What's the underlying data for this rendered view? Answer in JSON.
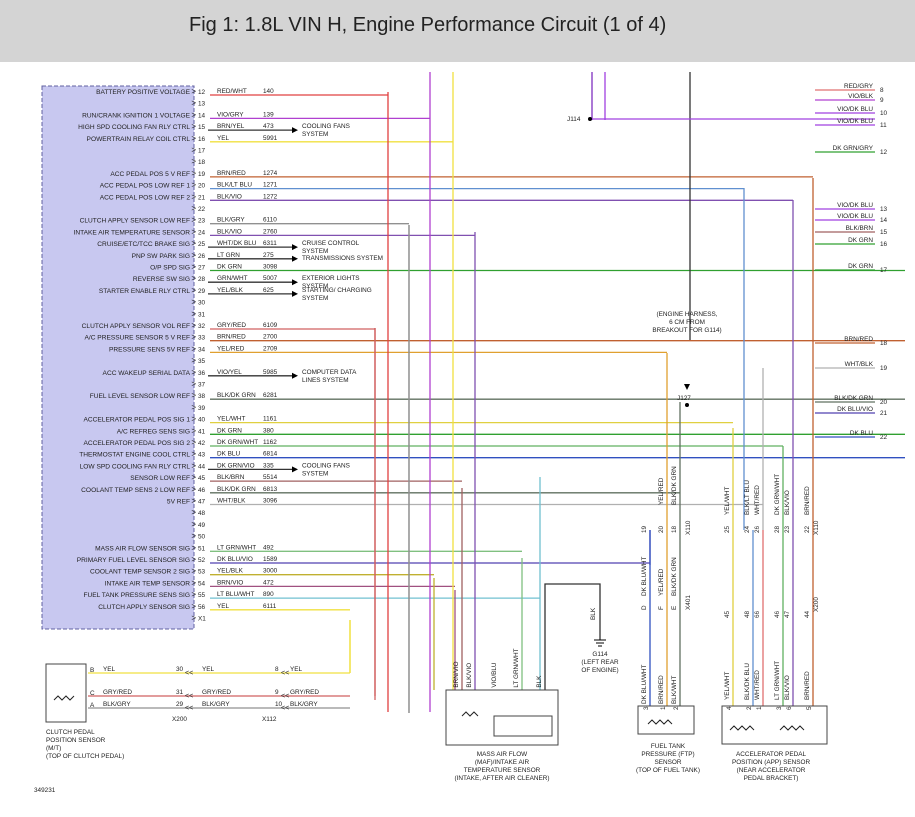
{
  "header": {
    "title": "Fig 1: 1.8L VIN H, Engine Performance Circuit (1 of 4)"
  },
  "pcm_rows": [
    {
      "label": "BATTERY POSITIVE VOLTAGE",
      "pin": "12",
      "wire": "RED/WHT",
      "circuit": "140",
      "color": "#e04040"
    },
    {
      "label": "",
      "pin": "13",
      "wire": "",
      "circuit": ""
    },
    {
      "label": "RUN/CRANK IGNITION 1 VOLTAGE",
      "pin": "14",
      "wire": "VIO/GRY",
      "circuit": "139",
      "color": "#a040c0"
    },
    {
      "label": "HIGH SPD COOLING FAN RLY CTRL",
      "pin": "15",
      "wire": "BRN/YEL",
      "circuit": "473",
      "dest": "COOLING FANS SYSTEM"
    },
    {
      "label": "POWERTRAIN RELAY COIL CTRL",
      "pin": "16",
      "wire": "YEL",
      "circuit": "5991",
      "color": "#f0e040"
    },
    {
      "label": "",
      "pin": "17",
      "wire": "",
      "circuit": ""
    },
    {
      "label": "",
      "pin": "18",
      "wire": "",
      "circuit": ""
    },
    {
      "label": "ACC PEDAL POS 5 V REF",
      "pin": "19",
      "wire": "BRN/RED",
      "circuit": "1274",
      "color": "#c06030"
    },
    {
      "label": "ACC PEDAL POS LOW REF 1",
      "pin": "20",
      "wire": "BLK/LT BLU",
      "circuit": "1271",
      "color": "#6090d0"
    },
    {
      "label": "ACC PEDAL POS LOW REF 2",
      "pin": "21",
      "wire": "BLK/VIO",
      "circuit": "1272",
      "color": "#8050b0"
    },
    {
      "label": "",
      "pin": "22",
      "wire": "",
      "circuit": ""
    },
    {
      "label": "CLUTCH APPLY SENSOR LOW REF",
      "pin": "23",
      "wire": "BLK/GRY",
      "circuit": "6110",
      "color": "#909090"
    },
    {
      "label": "INTAKE AIR TEMPERATURE SENSOR",
      "pin": "24",
      "wire": "BLK/VIO",
      "circuit": "2760",
      "color": "#8050b0"
    },
    {
      "label": "CRUISE/ETC/TCC BRAKE SIG",
      "pin": "25",
      "wire": "WHT/DK BLU",
      "circuit": "6311",
      "dest": "CRUISE CONTROL SYSTEM"
    },
    {
      "label": "PNP SW PARK SIG",
      "pin": "26",
      "wire": "LT GRN",
      "circuit": "275",
      "dest": "TRANSMISSIONS SYSTEM"
    },
    {
      "label": "O/P SPD SIG",
      "pin": "27",
      "wire": "DK GRN",
      "circuit": "3098",
      "color": "#30a030"
    },
    {
      "label": "REVERSE SW SIG",
      "pin": "28",
      "wire": "GRN/WHT",
      "circuit": "5007",
      "dest": "EXTERIOR LIGHTS SYSTEM"
    },
    {
      "label": "STARTER ENABLE RLY CTRL",
      "pin": "29",
      "wire": "YEL/BLK",
      "circuit": "625",
      "dest": "STARTING/ CHARGING SYSTEM"
    },
    {
      "label": "",
      "pin": "30",
      "wire": "",
      "circuit": ""
    },
    {
      "label": "",
      "pin": "31",
      "wire": "",
      "circuit": ""
    },
    {
      "label": "CLUTCH APPLY SENSOR VOL REF",
      "pin": "32",
      "wire": "GRY/RED",
      "circuit": "6109",
      "color": "#d06060"
    },
    {
      "label": "A/C PRESSURE SENSOR 5 V REF",
      "pin": "33",
      "wire": "BRN/RED",
      "circuit": "2700",
      "color": "#c06030"
    },
    {
      "label": "PRESSURE SENS 5V REF",
      "pin": "34",
      "wire": "YEL/RED",
      "circuit": "2709",
      "color": "#e0a030"
    },
    {
      "label": "",
      "pin": "35",
      "wire": "",
      "circuit": ""
    },
    {
      "label": "ACC WAKEUP SERIAL DATA",
      "pin": "36",
      "wire": "VIO/YEL",
      "circuit": "5985",
      "dest": "COMPUTER DATA LINES SYSTEM"
    },
    {
      "label": "",
      "pin": "37",
      "wire": "",
      "circuit": ""
    },
    {
      "label": "FUEL LEVEL SENSOR LOW REF",
      "pin": "38",
      "wire": "BLK/DK GRN",
      "circuit": "6281",
      "color": "#607060"
    },
    {
      "label": "",
      "pin": "39",
      "wire": "",
      "circuit": ""
    },
    {
      "label": "ACCELERATOR PEDAL POS SIG 1",
      "pin": "40",
      "wire": "YEL/WHT",
      "circuit": "1161",
      "color": "#e0d040"
    },
    {
      "label": "A/C REFREG SENS SIG",
      "pin": "41",
      "wire": "DK GRN",
      "circuit": "380",
      "color": "#30a030"
    },
    {
      "label": "ACCELERATOR PEDAL POS SIG 2",
      "pin": "42",
      "wire": "DK GRN/WHT",
      "circuit": "1162",
      "color": "#60b060"
    },
    {
      "label": "THERMOSTAT ENGINE COOL CTRL",
      "pin": "43",
      "wire": "DK BLU",
      "circuit": "6814",
      "color": "#3050c0"
    },
    {
      "label": "LOW SPD COOLING FAN RLY CTRL",
      "pin": "44",
      "wire": "DK GRN/VIO",
      "circuit": "335",
      "dest": "COOLING FANS SYSTEM"
    },
    {
      "label": "SENSOR LOW REF",
      "pin": "45",
      "wire": "BLK/BRN",
      "circuit": "5514",
      "color": "#a06060"
    },
    {
      "label": "COOLANT TEMP SENS 2 LOW REF",
      "pin": "46",
      "wire": "BLK/DK GRN",
      "circuit": "6813",
      "color": "#607060"
    },
    {
      "label": "5V REF",
      "pin": "47",
      "wire": "WHT/BLK",
      "circuit": "3096",
      "color": "#b0b0b0"
    },
    {
      "label": "",
      "pin": "48",
      "wire": "",
      "circuit": ""
    },
    {
      "label": "",
      "pin": "49",
      "wire": "",
      "circuit": ""
    },
    {
      "label": "",
      "pin": "50",
      "wire": "",
      "circuit": ""
    },
    {
      "label": "MASS AIR FLOW SENSOR SIG",
      "pin": "51",
      "wire": "LT GRN/WHT",
      "circuit": "492",
      "color": "#80c080"
    },
    {
      "label": "PRIMARY FUEL LEVEL SENSOR SIG",
      "pin": "52",
      "wire": "DK BLU/VIO",
      "circuit": "1589",
      "color": "#5040b0"
    },
    {
      "label": "COOLANT TEMP SENSOR 2 SIG",
      "pin": "53",
      "wire": "YEL/BLK",
      "circuit": "3000",
      "color": "#c0b030"
    },
    {
      "label": "INTAKE AIR TEMP SENSOR",
      "pin": "54",
      "wire": "BRN/VIO",
      "circuit": "472",
      "color": "#a05080"
    },
    {
      "label": "FUEL TANK PRESSURE SENS SIG",
      "pin": "55",
      "wire": "LT BLU/WHT",
      "circuit": "890",
      "color": "#70c0d0"
    },
    {
      "label": "CLUTCH APPLY SENSOR SIG",
      "pin": "56",
      "wire": "YEL",
      "circuit": "6111",
      "color": "#f0e040"
    },
    {
      "label": "",
      "pin": "X1",
      "wire": "",
      "circuit": ""
    }
  ],
  "right_wires": [
    {
      "label": "RED/GRY",
      "pin": "8",
      "color": "#e07070"
    },
    {
      "label": "VIO/BLK",
      "pin": "9",
      "color": "#b040d0"
    },
    {
      "label": "VIO/DK BLU",
      "pin": "10",
      "color": "#a040e0"
    },
    {
      "label": "VIO/DK BLU",
      "pin": "11",
      "color": "#a040e0"
    },
    {
      "label": "DK GRN/GRY",
      "pin": "12",
      "color": "#30a030"
    },
    {
      "label": "VIO/DK BLU",
      "pin": "13",
      "color": "#a040e0"
    },
    {
      "label": "VIO/DK BLU",
      "pin": "14",
      "color": "#a040e0"
    },
    {
      "label": "BLK/BRN",
      "pin": "15",
      "color": "#a06060"
    },
    {
      "label": "DK GRN",
      "pin": "16",
      "color": "#30a030"
    },
    {
      "label": "DK GRN",
      "pin": "17",
      "color": "#30a030"
    },
    {
      "label": "BRN/RED",
      "pin": "18",
      "color": "#c06030"
    },
    {
      "label": "WHT/BLK",
      "pin": "19",
      "color": "#b0b0b0"
    },
    {
      "label": "BLK/DK GRN",
      "pin": "20",
      "color": "#607060"
    },
    {
      "label": "DK BLU/VIO",
      "pin": "21",
      "color": "#5040b0"
    },
    {
      "label": "DK BLU",
      "pin": "22",
      "color": "#3050c0"
    }
  ],
  "splice": {
    "name": "J114",
    "j127": "J127",
    "note": "(ENGINE HARNESS, 6 CM FROM BREAKOUT FOR G114)"
  },
  "ground": {
    "wire": "BLK",
    "name": "G114",
    "note": "(LEFT REAR OF ENGINE)"
  },
  "connectors": {
    "x200": "X200",
    "x112": "X112",
    "x110": "X110",
    "x401": "X401"
  },
  "clutch_sensor": {
    "name": "CLUTCH PEDAL POSITION SENSOR (M/T)",
    "location": "(TOP OF CLUTCH PEDAL)",
    "pins": [
      {
        "pin": "B",
        "wire": "YEL",
        "c1": "30",
        "c2": "8"
      },
      {
        "pin": "C",
        "wire": "GRY/RED",
        "c1": "31",
        "c2": "9"
      },
      {
        "pin": "A",
        "wire": "BLK/GRY",
        "c1": "29",
        "c2": "10"
      }
    ]
  },
  "maf_sensor": {
    "name": "MASS AIR FLOW (MAF)/INTAKE AIR TEMPERATURE SENSOR",
    "location": "(INTAKE, AFTER AIR CLEANER)",
    "pins": [
      {
        "pin": "3",
        "wire": "BRN/VIO"
      },
      {
        "pin": "1",
        "wire": "BLK/VIO"
      },
      {
        "pin": "4",
        "wire": "VIO/BLU"
      },
      {
        "pin": "5",
        "wire": "LT GRN/WHT"
      },
      {
        "pin": "2",
        "wire": "BLK"
      }
    ]
  },
  "ftp_sensor": {
    "name": "FUEL TANK PRESSURE (FTP) SENSOR",
    "location": "(TOP OF FUEL TANK)",
    "pins": [
      {
        "pin": "3",
        "wire": "DK BLU/WHT",
        "c1": "19",
        "c2": "D"
      },
      {
        "pin": "1",
        "wire": "BRN/RED",
        "c1": "20",
        "c2": "F"
      },
      {
        "pin": "2",
        "wire": "BLK/WHT",
        "c1": "18",
        "c2": "E"
      }
    ],
    "x110_wires": [
      "YEL/RED",
      "BLK/DK GRN"
    ],
    "x401_wires": [
      "DK BLU/WHT",
      "YEL/RED",
      "BLK/DK GRN"
    ]
  },
  "app_sensor": {
    "name": "ACCELERATOR PEDAL POSITION (APP) SENSOR",
    "location": "(NEAR ACCELERATOR PEDAL BRACKET)",
    "pins": [
      {
        "pin": "4",
        "wire": "YEL/WHT",
        "c1": "25",
        "c2": "45"
      },
      {
        "pin": "2",
        "wire": "BLK/DK BLU",
        "c1": "24",
        "c2": "48"
      },
      {
        "pin": "1",
        "wire": "WHT/RED",
        "c1": "26",
        "c2": "66"
      },
      {
        "pin": "3",
        "wire": "LT GRN/WHT",
        "c1": "28",
        "c2": "46"
      },
      {
        "pin": "6",
        "wire": "BLK/VIO",
        "c1": "23",
        "c2": "47"
      },
      {
        "pin": "5",
        "wire": "BRN/RED",
        "c1": "22",
        "c2": "44"
      }
    ],
    "x110_wires": [
      "YEL/WHT",
      "BLK/LT BLU",
      "WHT/RED",
      "DK GRN/WHT",
      "BLK/VIO",
      "BRN/RED"
    ]
  },
  "figure_id": "349231",
  "colors": {
    "pcm_fill": "#c8c8f0",
    "pcm_stroke": "#6060a0",
    "header_bg": "#d4d4d4"
  }
}
